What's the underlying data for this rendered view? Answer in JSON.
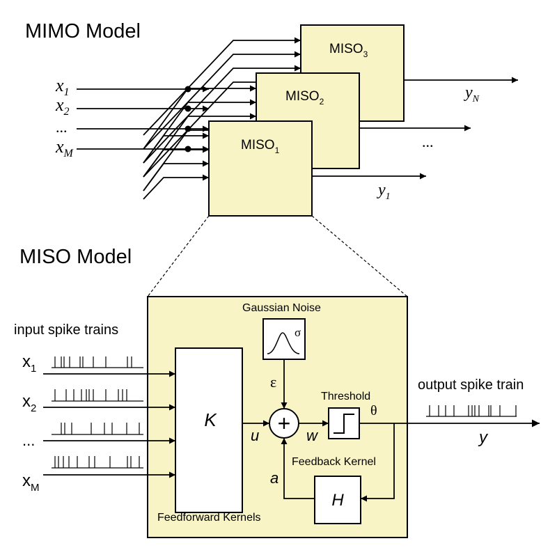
{
  "mimo": {
    "title": "MIMO Model",
    "miso_prefix": "MISO",
    "miso_subs": [
      "1",
      "2",
      "3"
    ],
    "inputs": [
      {
        "base": "x",
        "sub": "1"
      },
      {
        "base": "x",
        "sub": "2"
      },
      {
        "base": "...",
        "sub": ""
      },
      {
        "base": "x",
        "sub": "M"
      }
    ],
    "out_top": {
      "base": "y",
      "sub": "N"
    },
    "out_mid": "...",
    "out_bot": {
      "base": "y",
      "sub": "1"
    }
  },
  "miso": {
    "title": "MISO Model",
    "input_label": "input spike trains",
    "output_label": "output spike train",
    "inputs": [
      {
        "base": "x",
        "sub": "1"
      },
      {
        "base": "x",
        "sub": "2"
      },
      {
        "base": "...",
        "sub": ""
      },
      {
        "base": "x",
        "sub": "M"
      }
    ],
    "kernel_k": "K",
    "feedforward_label": "Feedforward Kernels",
    "noise_label": "Gaussian Noise",
    "sigma": "σ",
    "epsilon": "ε",
    "sum_symbol": "+",
    "u": "u",
    "w": "w",
    "threshold_label": "Threshold",
    "theta": "θ",
    "feedback_label": "Feedback Kernel",
    "a": "a",
    "kernel_h": "H",
    "y": "y"
  }
}
